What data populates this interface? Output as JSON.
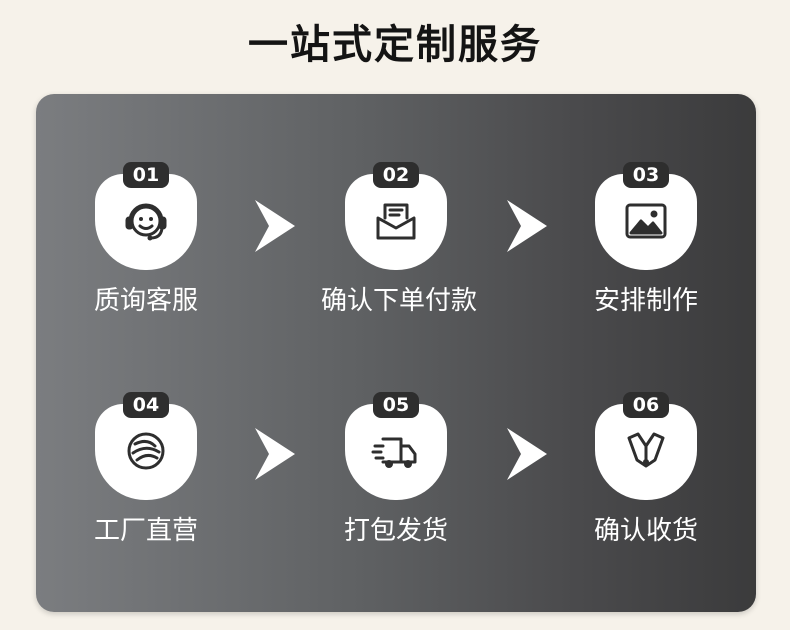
{
  "title": "一站式定制服务",
  "steps": [
    {
      "num": "01",
      "label": "质询客服",
      "icon": "headset-icon"
    },
    {
      "num": "02",
      "label": "确认下单付款",
      "icon": "mail-icon"
    },
    {
      "num": "03",
      "label": "安排制作",
      "icon": "image-icon"
    },
    {
      "num": "04",
      "label": "工厂直营",
      "icon": "factory-logo-icon"
    },
    {
      "num": "05",
      "label": "打包发货",
      "icon": "truck-icon"
    },
    {
      "num": "06",
      "label": "确认收货",
      "icon": "package-icon"
    }
  ],
  "colors": {
    "panel_start": "#7b7d80",
    "panel_end": "#3b3b3c",
    "badge": "#2e2e2e",
    "card": "#ffffff"
  }
}
